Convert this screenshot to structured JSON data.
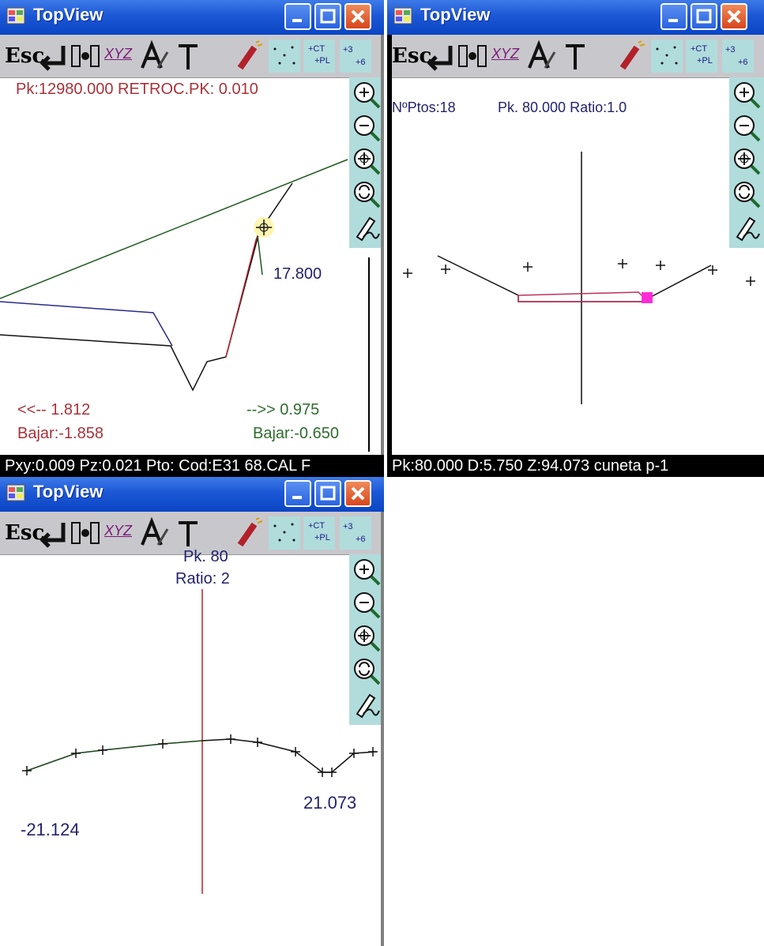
{
  "window_title": "TopView",
  "icons": {
    "app": "app-icon",
    "minimize": "minimize-icon",
    "maximize": "maximize-icon",
    "close": "close-icon",
    "toolbar": [
      "esc-icon",
      "enter-icon",
      "columns-icon",
      "xyz-icon",
      "text-edit-icon",
      "stake-icon",
      "marker-icon",
      "points-icon",
      "ct-pl-icon",
      "numbering-icon"
    ],
    "zoom": [
      "zoom-in-icon",
      "zoom-out-icon",
      "zoom-pan-icon",
      "zoom-refresh-icon",
      "draw-pen-icon"
    ]
  },
  "toolbar": {
    "esc_label": "Esc",
    "xyz_label": "XYZ",
    "ct_label": "+CT",
    "pl_label": "+PL",
    "n3_label": "+3",
    "n6_label": "+6"
  },
  "win1": {
    "header": "Pk:12980.000  RETROC.PK: 0.010",
    "value": "17.800",
    "left_offset": "<<-- 1.812",
    "left_bajar": "Bajar:-1.858",
    "right_offset": "-->> 0.975",
    "right_bajar": "Bajar:-0.650",
    "status": "Pxy:0.009 Pz:0.021 Pto: Cod:E31   68.CAL F"
  },
  "win2": {
    "header_left": "NºPtos:18",
    "header_right": "Pk. 80.000 Ratio:1.0",
    "status": "Pk:80.000 D:5.750 Z:94.073 cuneta p-1"
  },
  "win3": {
    "pk": "Pk. 80",
    "ratio": "Ratio: 2",
    "left_value": "-21.124",
    "right_value": "21.073"
  },
  "colors": {
    "title_bar": "#1c57d6",
    "toolbar": "#c8c8cc",
    "zoom_panel": "#b0dcdc",
    "highlight": "#ff2bd6"
  }
}
